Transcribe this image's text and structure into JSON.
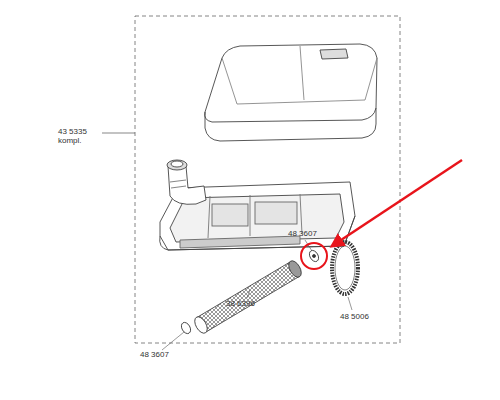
{
  "diagram": {
    "labels": [
      "43 5335 kompl.",
      "48 3607",
      "48 5006",
      "38 6396",
      "48 3607"
    ]
  }
}
